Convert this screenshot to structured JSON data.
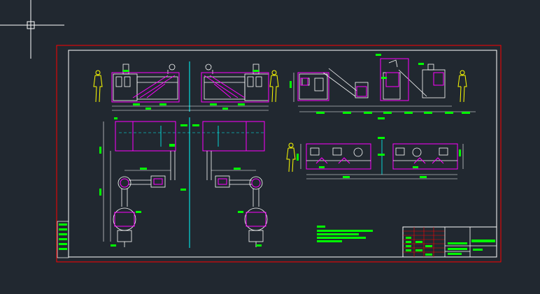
{
  "app": {
    "view": "cad-model-space",
    "cursor": "crosshair-cursor"
  },
  "colors": {
    "background": "#212830",
    "frame": "#ff0000",
    "inner_frame": "#ffffff",
    "magenta": "#ff00ff",
    "cyan": "#00ffff",
    "green": "#00ff00",
    "yellow": "#ffff00",
    "white": "#ffffff"
  },
  "drawing": {
    "sheet": "assembly-layout",
    "views": [
      "front-elevation-left",
      "side-elevation-right",
      "plan-view-left",
      "plan-view-right"
    ],
    "title_block": {
      "rows": 7,
      "columns": 4
    }
  }
}
